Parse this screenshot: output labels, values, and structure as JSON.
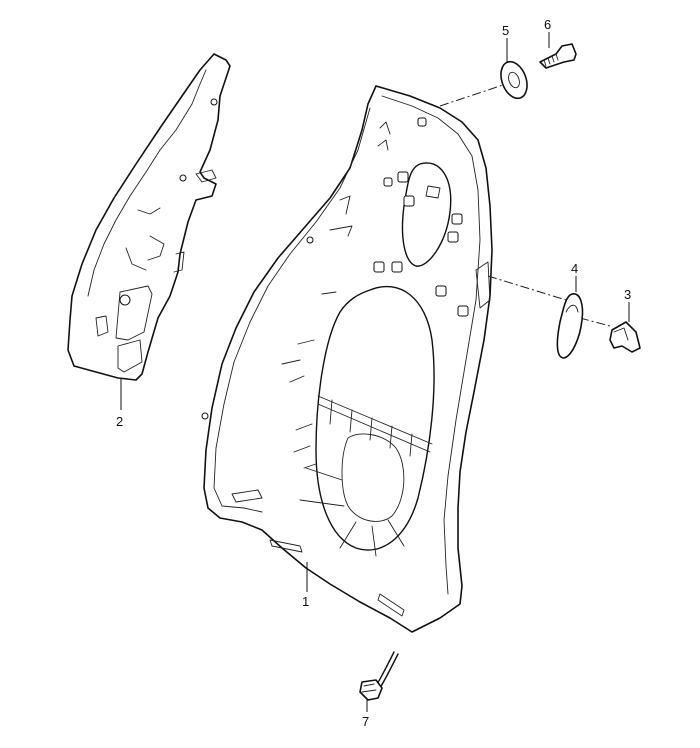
{
  "diagram": {
    "callouts": [
      {
        "id": "c1",
        "label": "1",
        "part": "seat-backrest-shell"
      },
      {
        "id": "c2",
        "label": "2",
        "part": "side-trim-panel"
      },
      {
        "id": "c3",
        "label": "3",
        "part": "clip"
      },
      {
        "id": "c4",
        "label": "4",
        "part": "cap"
      },
      {
        "id": "c5",
        "label": "5",
        "part": "washer"
      },
      {
        "id": "c6",
        "label": "6",
        "part": "screw"
      },
      {
        "id": "c7",
        "label": "7",
        "part": "cable-clip"
      }
    ]
  }
}
